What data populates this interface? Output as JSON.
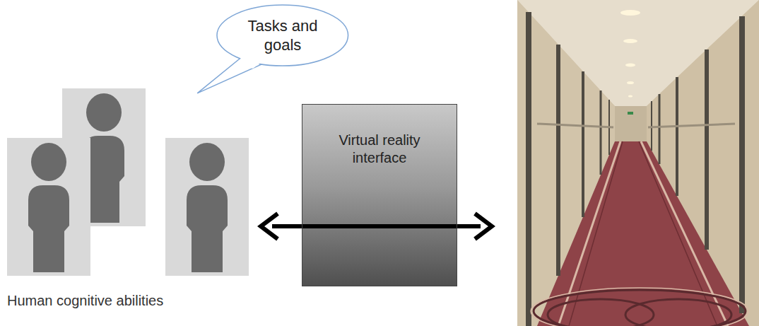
{
  "diagram": {
    "nodes": [
      {
        "text": [
          "Tasks and goals"
        ]
      },
      {
        "text": [
          "Virtual reality interface"
        ]
      }
    ],
    "labels": [
      "Human cognitive abilities"
    ]
  }
}
